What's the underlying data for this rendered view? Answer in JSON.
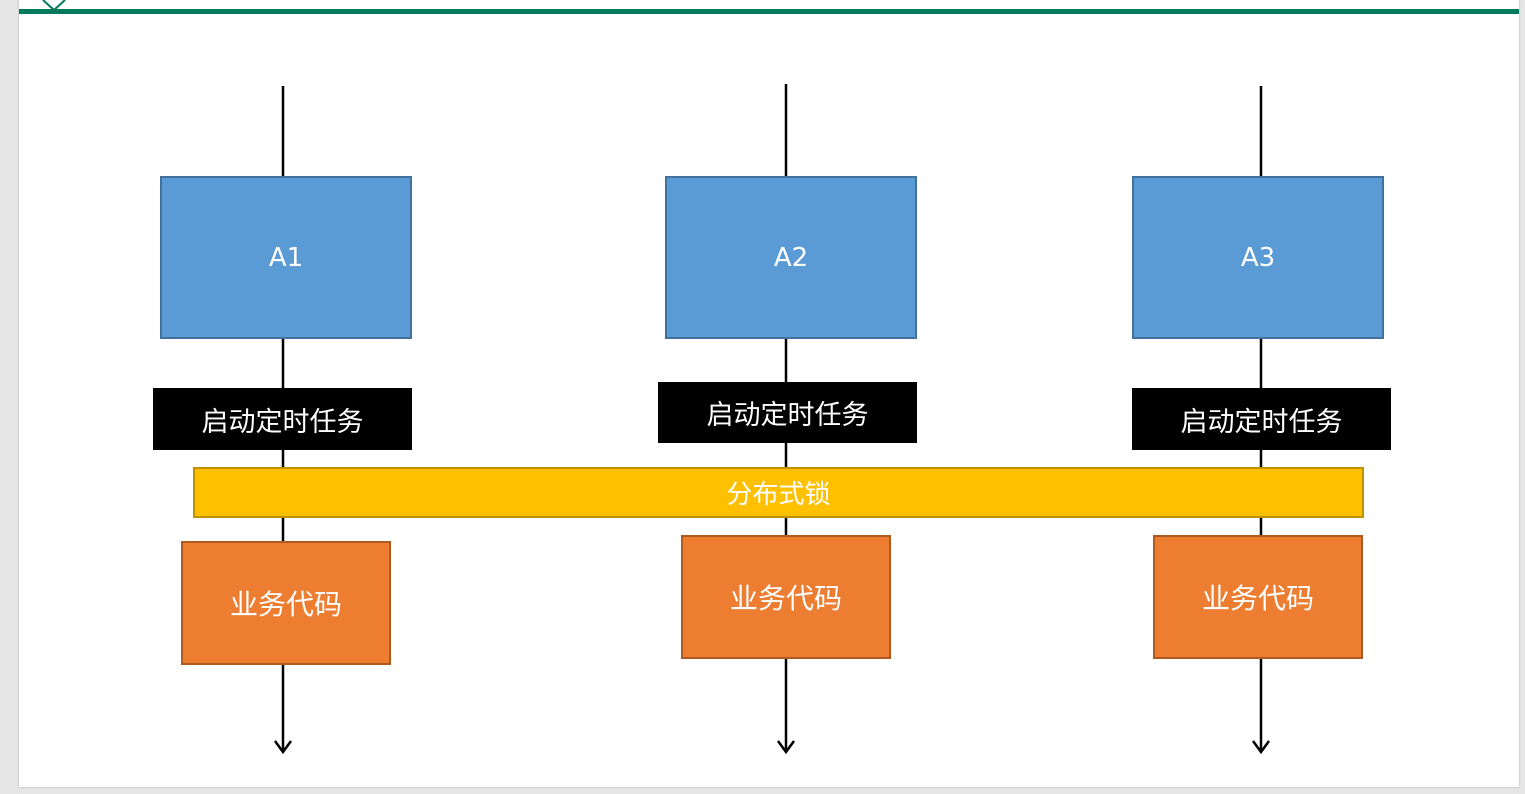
{
  "colors": {
    "accent_bar": "#007a5e",
    "node_fill": "#5b9bd5",
    "task_fill": "#000000",
    "lock_fill": "#ffc000",
    "code_fill": "#ed7d31"
  },
  "columns": [
    {
      "node": "A1",
      "task": "启动定时任务",
      "code": "业务代码"
    },
    {
      "node": "A2",
      "task": "启动定时任务",
      "code": "业务代码"
    },
    {
      "node": "A3",
      "task": "启动定时任务",
      "code": "业务代码"
    }
  ],
  "lock": {
    "label": "分布式锁"
  }
}
